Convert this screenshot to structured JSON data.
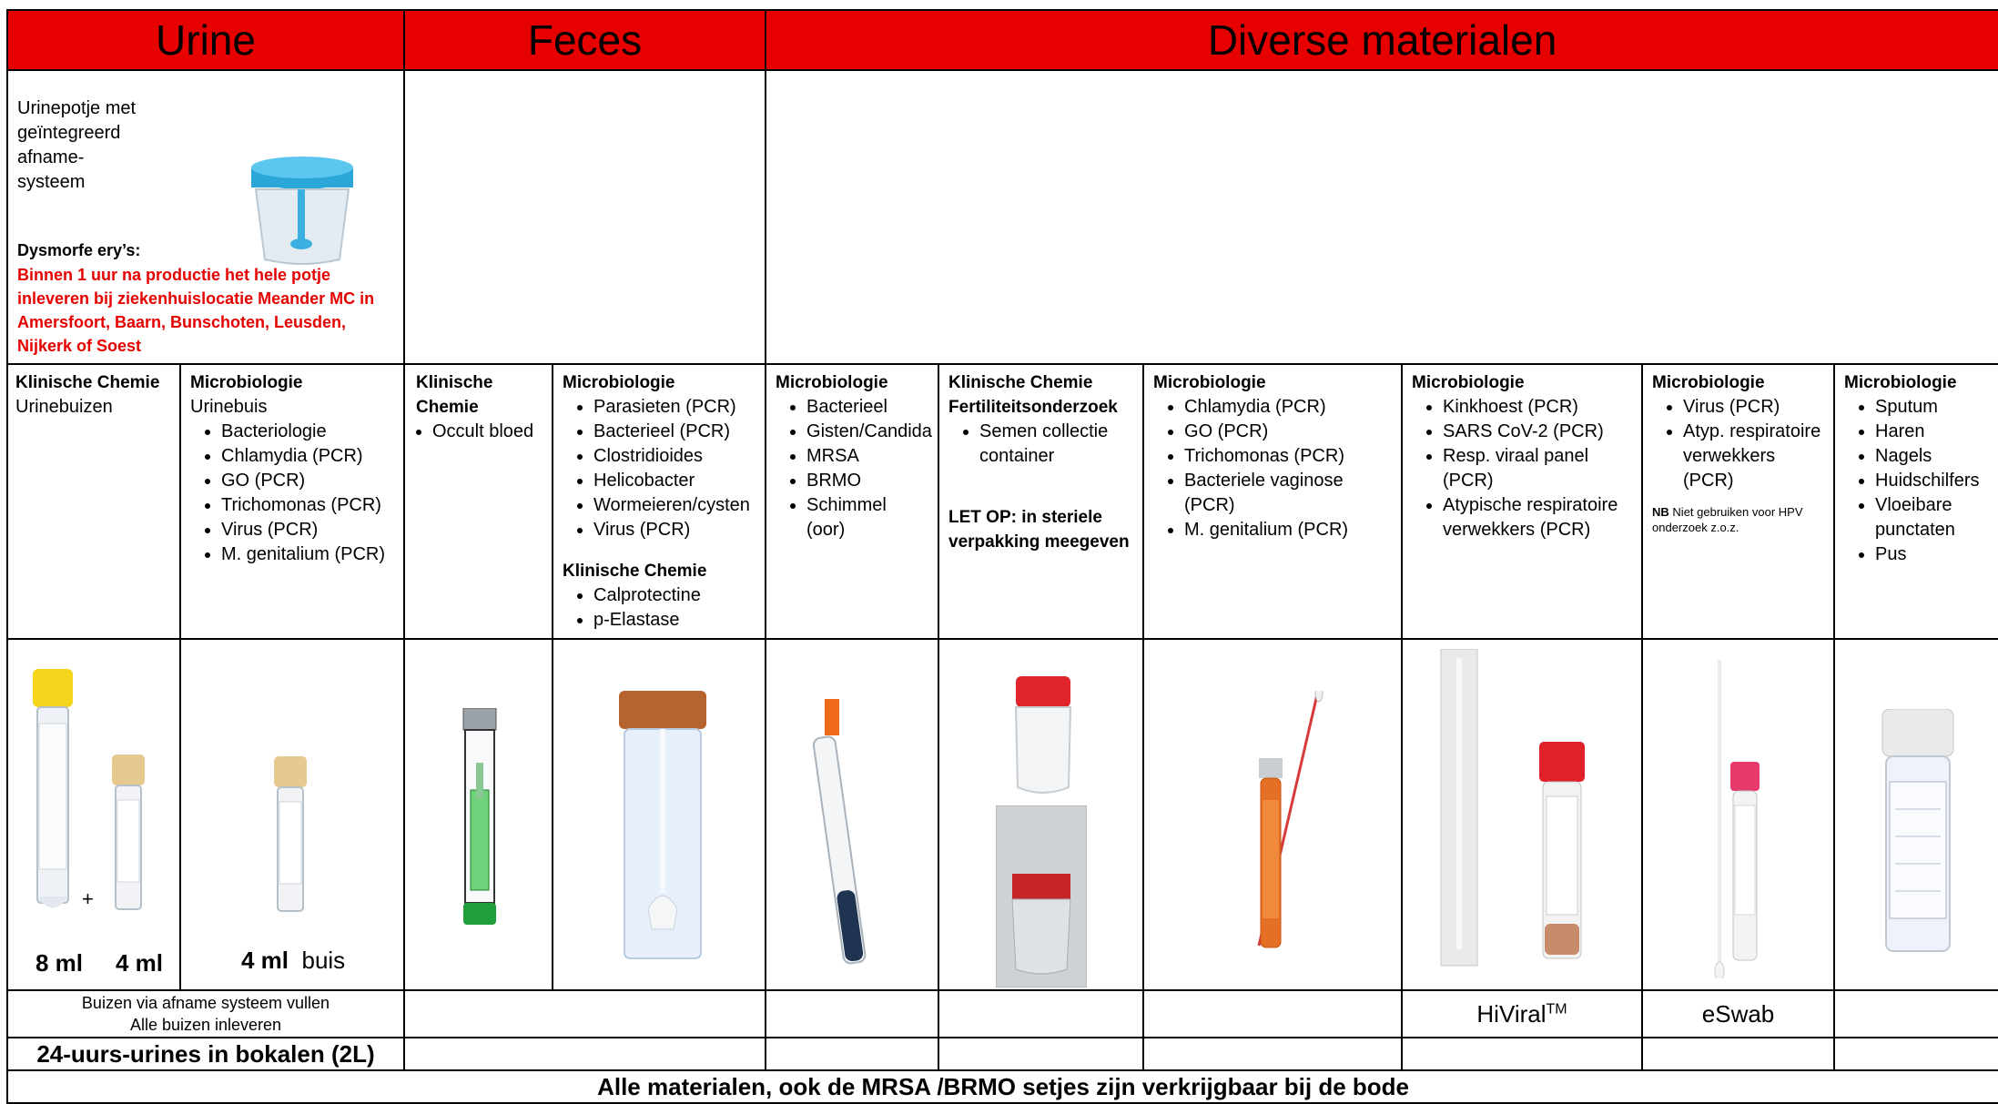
{
  "headers": {
    "urine": "Urine",
    "feces": "Feces",
    "diverse": "Diverse materialen"
  },
  "urinepot": {
    "label_lines": [
      "Urinepotje met",
      "geïntegreerd",
      "afname-",
      "systeem"
    ],
    "dysmorfe_title": "Dysmorfe ery’s:",
    "dysmorfe_text": "Binnen 1 uur na productie het hele potje inleveren bij ziekenhuislocatie Meander MC in Amersfoort, Baarn, Bunschoten, Leusden, Nijkerk of Soest"
  },
  "columns": [
    {
      "title": "Klinische Chemie",
      "subtitle": "Urinebuizen",
      "items": []
    },
    {
      "title": "Microbiologie",
      "subtitle": "Urinebuis",
      "items": [
        "Bacteriologie",
        "Chlamydia (PCR)",
        "GO (PCR)",
        "Trichomonas (PCR)",
        "Virus (PCR)",
        "M. genitalium (PCR)"
      ]
    },
    {
      "title_lines": [
        "Klinische",
        "Chemie"
      ],
      "items": [
        "Occult bloed"
      ]
    },
    {
      "title": "Microbiologie",
      "items": [
        "Parasieten (PCR)",
        "Bacterieel (PCR)",
        "Clostridioides",
        "Helicobacter",
        "Wormeieren/cysten",
        "Virus (PCR)"
      ],
      "sub_title": "Klinische Chemie",
      "sub_items": [
        "Calprotectine",
        "p-Elastase"
      ]
    },
    {
      "title": "Microbiologie",
      "items": [
        "Bacterieel",
        "Gisten/Candida",
        "MRSA",
        "BRMO",
        "Schimmel (oor)"
      ]
    },
    {
      "title": "Klinische Chemie",
      "title2": "Fertiliteitsonderzoek",
      "items_lines": [
        "Semen collectie",
        "container"
      ],
      "note": "LET OP: in steriele verpakking meegeven"
    },
    {
      "title": "Microbiologie",
      "items": [
        "Chlamydia (PCR)",
        "GO (PCR)",
        "Trichomonas (PCR)",
        "Bacteriele vaginose (PCR)",
        "M. genitalium (PCR)"
      ]
    },
    {
      "title": "Microbiologie",
      "items": [
        "Kinkhoest (PCR)",
        "SARS CoV-2 (PCR)",
        "Resp. viraal panel (PCR)",
        "Atypische respiratoire verwekkers (PCR)"
      ]
    },
    {
      "title": "Microbiologie",
      "items": [
        "Virus (PCR)",
        "Atyp. respiratoire verwekkers (PCR)"
      ],
      "nb_bold": "NB",
      "nb_text": "Niet gebruiken voor HPV onderzoek z.o.z."
    },
    {
      "title": "Microbiologie",
      "items": [
        "Sputum",
        "Haren",
        "Nagels",
        "Huidschilfers",
        "Vloeibare punctaten",
        "Pus"
      ]
    }
  ],
  "image_labels": {
    "tube8": "8 ml",
    "tube4": "4 ml",
    "plus": "+",
    "buis_ml": "4 ml",
    "buis_word": "buis"
  },
  "footer": {
    "buizen_line1": "Buizen via afname systeem vullen",
    "buizen_line2": "Alle buizen inleveren",
    "hiviral": "HiViral",
    "hiviral_sup": "TM",
    "eswab": "eSwab",
    "urines24": "24-uurs-urines in bokalen (2L)",
    "bottom": "Alle materialen, ook de MRSA /BRMO setjes zijn verkrijgbaar bij de bode"
  },
  "colors": {
    "header": "#e60000",
    "alert_text": "#e60000"
  }
}
